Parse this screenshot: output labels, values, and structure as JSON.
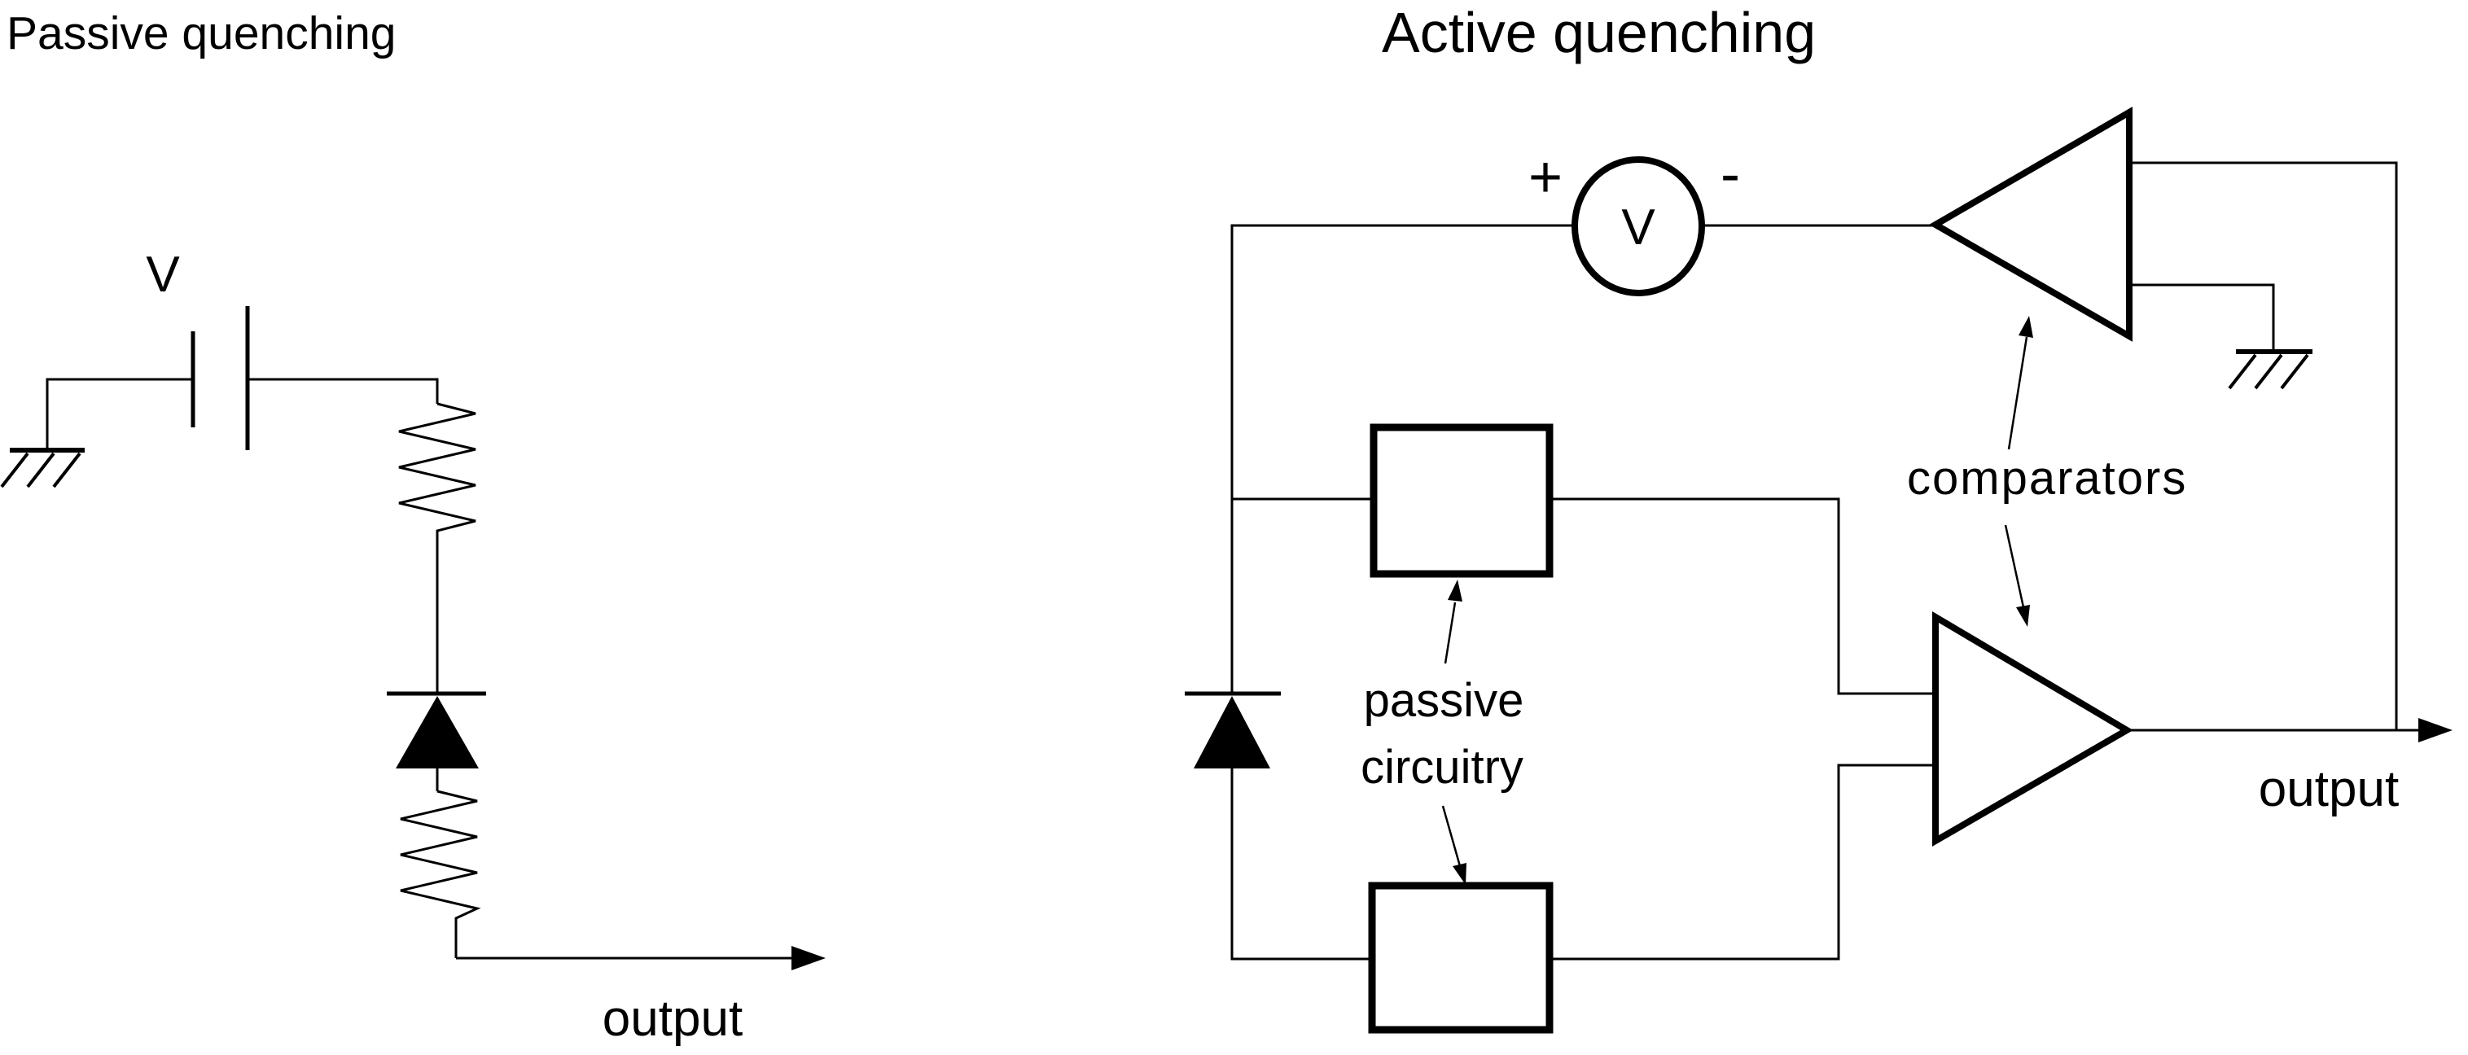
{
  "colors": {
    "background": "#ffffff",
    "ink": "#000000"
  },
  "passive_section": {
    "title": "Passive quenching",
    "battery_label": "V",
    "output_label": "output"
  },
  "active_section": {
    "title": "Active quenching",
    "voltmeter_label": "V",
    "voltmeter_plus": "+",
    "voltmeter_minus": "-",
    "passive_circuitry_line1": "passive",
    "passive_circuitry_line2": "circuitry",
    "comparators_label": "comparators",
    "output_label": "output"
  }
}
